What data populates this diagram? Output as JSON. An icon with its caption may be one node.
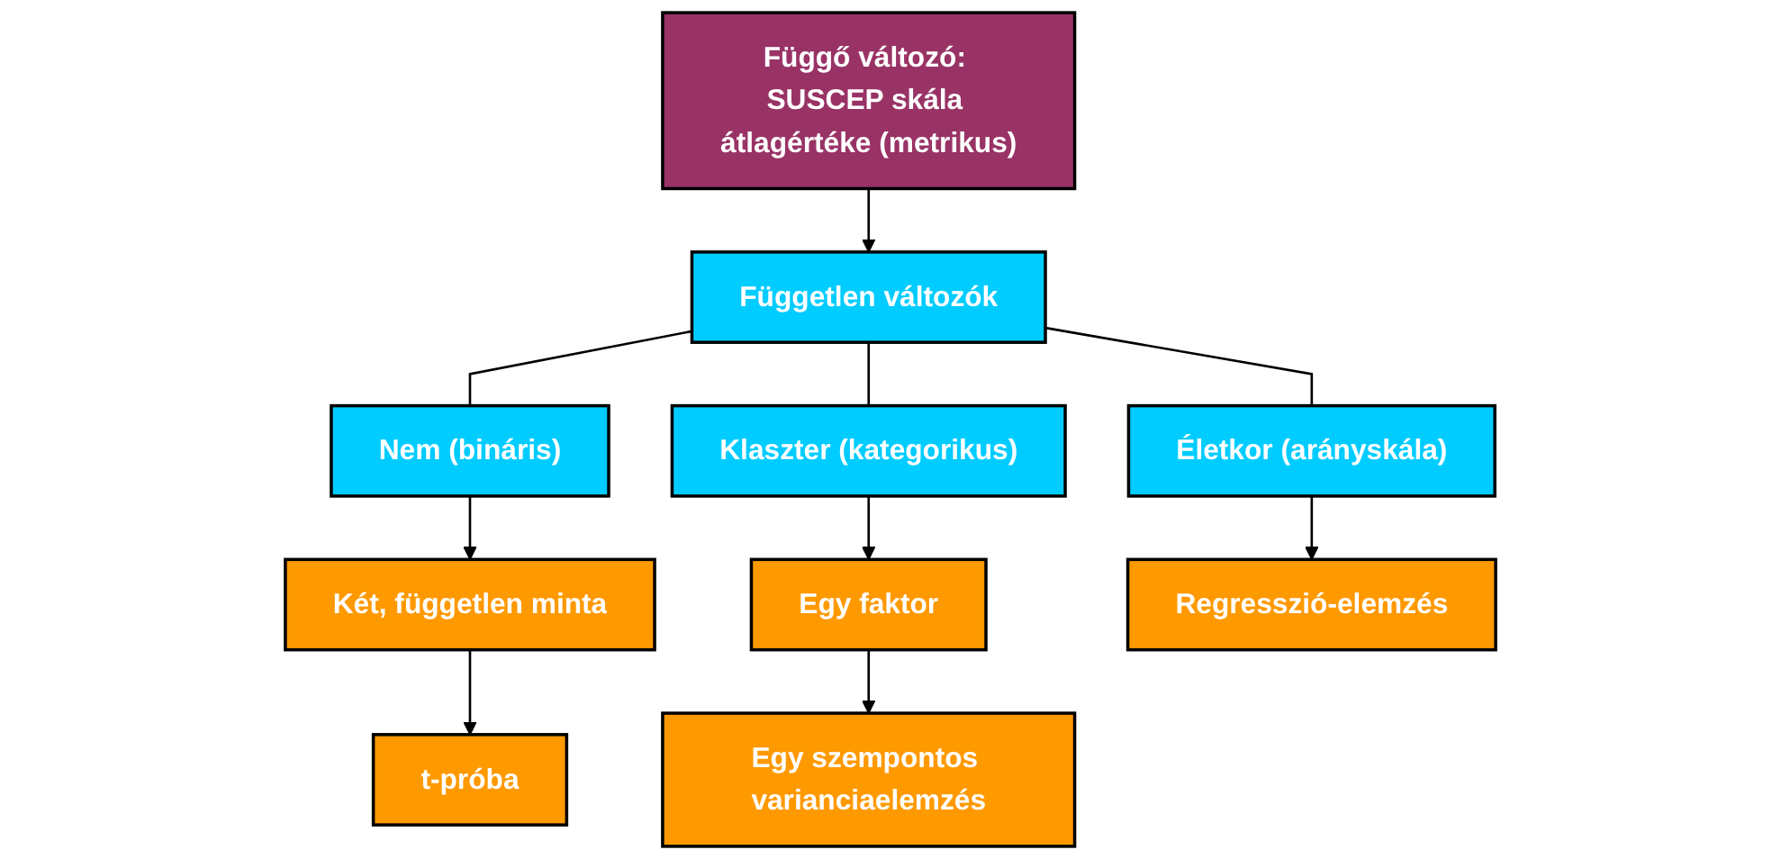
{
  "diagram": {
    "nodes": [
      {
        "text": [
          "Függő változó: SUSCEP skála átlagértéke (metrikus)"
        ]
      },
      {
        "text": [
          "Független változók"
        ]
      },
      {
        "text": [
          "Nem (bináris)"
        ]
      },
      {
        "text": [
          "Klaszter (kategorikus)"
        ]
      },
      {
        "text": [
          "Életkor (arányskála)"
        ]
      },
      {
        "text": [
          "Két, független minta"
        ]
      },
      {
        "text": [
          "t-próba"
        ]
      },
      {
        "text": [
          "Egy faktor"
        ]
      },
      {
        "text": [
          "Egy szempontos varianciaelemzés"
        ]
      },
      {
        "text": [
          "Regresszió-elemzés"
        ]
      }
    ],
    "edges": [
      {
        "from": 0,
        "to": 1,
        "arrow": "to"
      },
      {
        "from": 1,
        "to": 2,
        "arrow": "none"
      },
      {
        "from": 1,
        "to": 3,
        "arrow": "none"
      },
      {
        "from": 1,
        "to": 4,
        "arrow": "none"
      },
      {
        "from": 2,
        "to": 5,
        "arrow": "to"
      },
      {
        "from": 5,
        "to": 6,
        "arrow": "to"
      },
      {
        "from": 3,
        "to": 7,
        "arrow": "to"
      },
      {
        "from": 7,
        "to": 8,
        "arrow": "to"
      },
      {
        "from": 4,
        "to": 9,
        "arrow": "to"
      }
    ]
  }
}
